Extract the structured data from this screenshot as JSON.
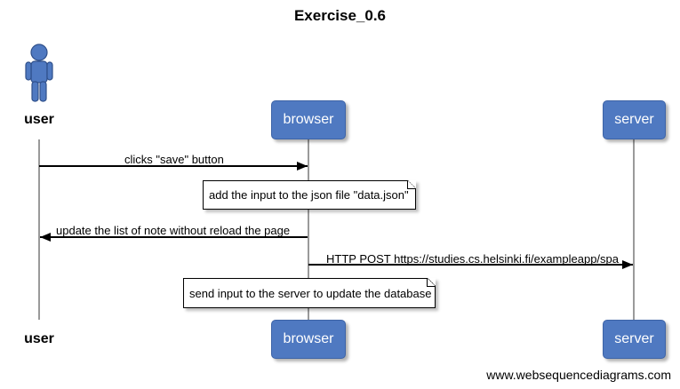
{
  "title": "Exercise_0.6",
  "participants": {
    "user": "user",
    "browser": "browser",
    "server": "server"
  },
  "messages": [
    {
      "from": "user",
      "to": "browser",
      "label": "clicks \"save\" button"
    },
    {
      "from": "browser",
      "to": "user",
      "label": "update the list of note without reload the page"
    },
    {
      "from": "browser",
      "to": "server",
      "label": "HTTP POST https://studies.cs.helsinki.fi/exampleapp/spa"
    }
  ],
  "notes": [
    {
      "over": "browser",
      "text": "add the input to the json file \"data.json\""
    },
    {
      "over": "browser",
      "text": "send input to the server to update the database"
    }
  ],
  "footer": "www.websequencediagrams.com",
  "colors": {
    "participant_box": "#4f79c1",
    "actor": "#4f79c1",
    "lifeline": "#9a9a9a"
  }
}
